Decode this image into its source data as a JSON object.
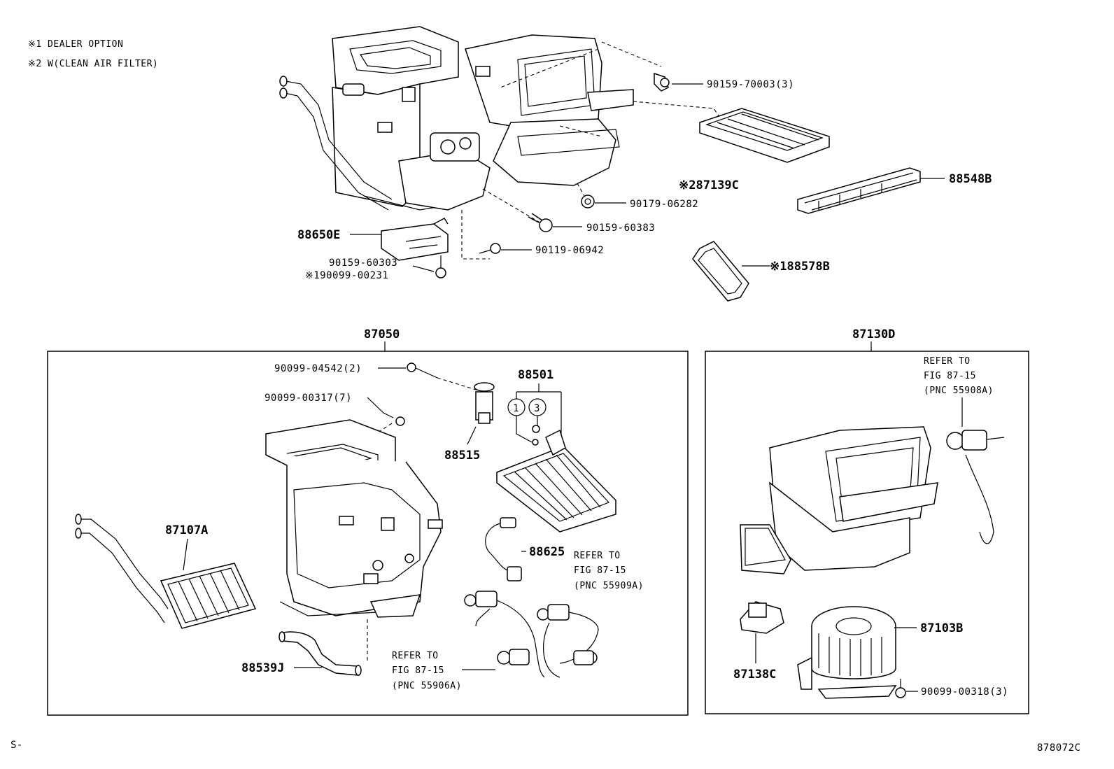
{
  "notes": {
    "note1": "※1 DEALER OPTION",
    "note2": "※2 W(CLEAN AIR FILTER)"
  },
  "parts": {
    "p_90159_70003": "90159-70003(3)",
    "p_87139C": "※287139C",
    "p_88548B": "88548B",
    "p_90179_06282": "90179-06282",
    "p_90159_60383": "90159-60383",
    "p_88650E": "88650E",
    "p_90119_06942": "90119-06942",
    "p_90159_60303": "90159-60303",
    "p_90099_00231": "※190099-00231",
    "p_88578B": "※188578B",
    "p_87050": "87050",
    "p_87130D": "87130D",
    "p_90099_04542": "90099-04542(2)",
    "p_90099_00317": "90099-00317(7)",
    "p_88501": "88501",
    "p_88515": "88515",
    "p_87107A": "87107A",
    "p_88625": "88625",
    "p_88539J": "88539J",
    "p_87138C": "87138C",
    "p_87103B": "87103B",
    "p_90099_00318": "90099-00318(3)",
    "circle1": "1",
    "circle3": "3"
  },
  "refs": {
    "ref_a": {
      "line1": "REFER TO",
      "line2": "FIG 87-15",
      "line3": "(PNC 55908A)"
    },
    "ref_b": {
      "line1": "REFER TO",
      "line2": "FIG 87-15",
      "line3": "(PNC 55909A)"
    },
    "ref_c": {
      "line1": "REFER TO",
      "line2": "FIG 87-15",
      "line3": "(PNC 55906A)"
    }
  },
  "footer": {
    "left": "S-",
    "code": "878072C"
  }
}
